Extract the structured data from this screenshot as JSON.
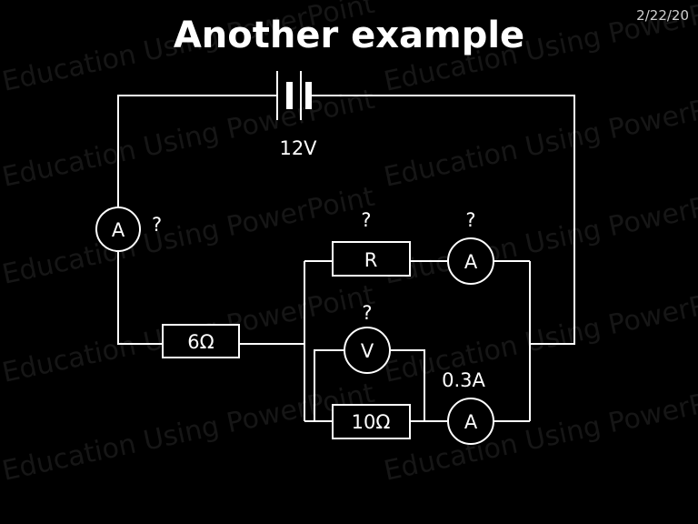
{
  "slide": {
    "title": "Another example",
    "date": "2/22/20",
    "watermark": "Education Using PowerPoint"
  },
  "components": {
    "battery_label": "12V",
    "ammeter_main_symbol": "A",
    "ammeter_main_reading": "?",
    "resistor_6_label": "6Ω",
    "resistor_r_label": "R",
    "resistor_r_value": "?",
    "ammeter_top_symbol": "A",
    "ammeter_top_reading": "?",
    "voltmeter_symbol": "V",
    "voltmeter_reading": "?",
    "resistor_10_label": "10Ω",
    "ammeter_bottom_symbol": "A",
    "ammeter_bottom_reading": "0.3A"
  }
}
